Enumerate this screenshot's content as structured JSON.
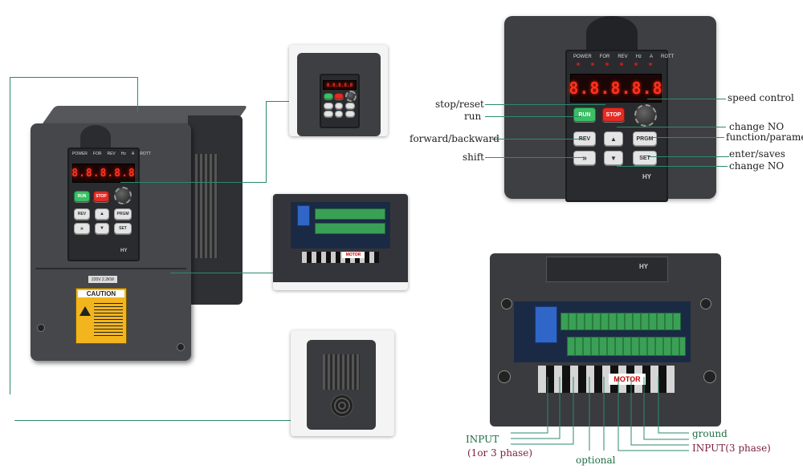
{
  "unit": {
    "display": "8.8.8.8.8",
    "indicators": [
      "POWER",
      "FOR",
      "REV",
      "Hz",
      "A",
      "ROTT"
    ],
    "keys": {
      "run": "RUN",
      "stop": "STOP",
      "rev": "REV",
      "prgm": "PRGM",
      "shift": "»",
      "up": "▲",
      "down": "▼",
      "set": "SET"
    },
    "brand": "HY",
    "rating": "220V 2.2KW",
    "caution": "CAUTION"
  },
  "terminal": {
    "motor_label": "MOTOR"
  },
  "keypad_callouts": {
    "stop_reset": "stop/reset",
    "run": "run",
    "forward_backward": "forward/backward",
    "shift": "shift",
    "speed_control": "speed control",
    "change_no_up": "change NO",
    "function_param": "function/paramet",
    "enter_saves": "enter/saves",
    "change_no_down": "change NO"
  },
  "terminal_callouts": {
    "input": "INPUT",
    "input_phase": "(1or 3 phase)",
    "optional": "optional",
    "ground": "ground",
    "input_3phase": "INPUT(3 phase)"
  },
  "colors": {
    "casing": "#3e3f42",
    "led": "#ff3322",
    "run_key": "#3bbf64",
    "stop_key": "#e32b24",
    "callout_line": "#2c8a6c",
    "terminal_green": "#3aa055",
    "caution_yellow": "#f2b51d"
  }
}
